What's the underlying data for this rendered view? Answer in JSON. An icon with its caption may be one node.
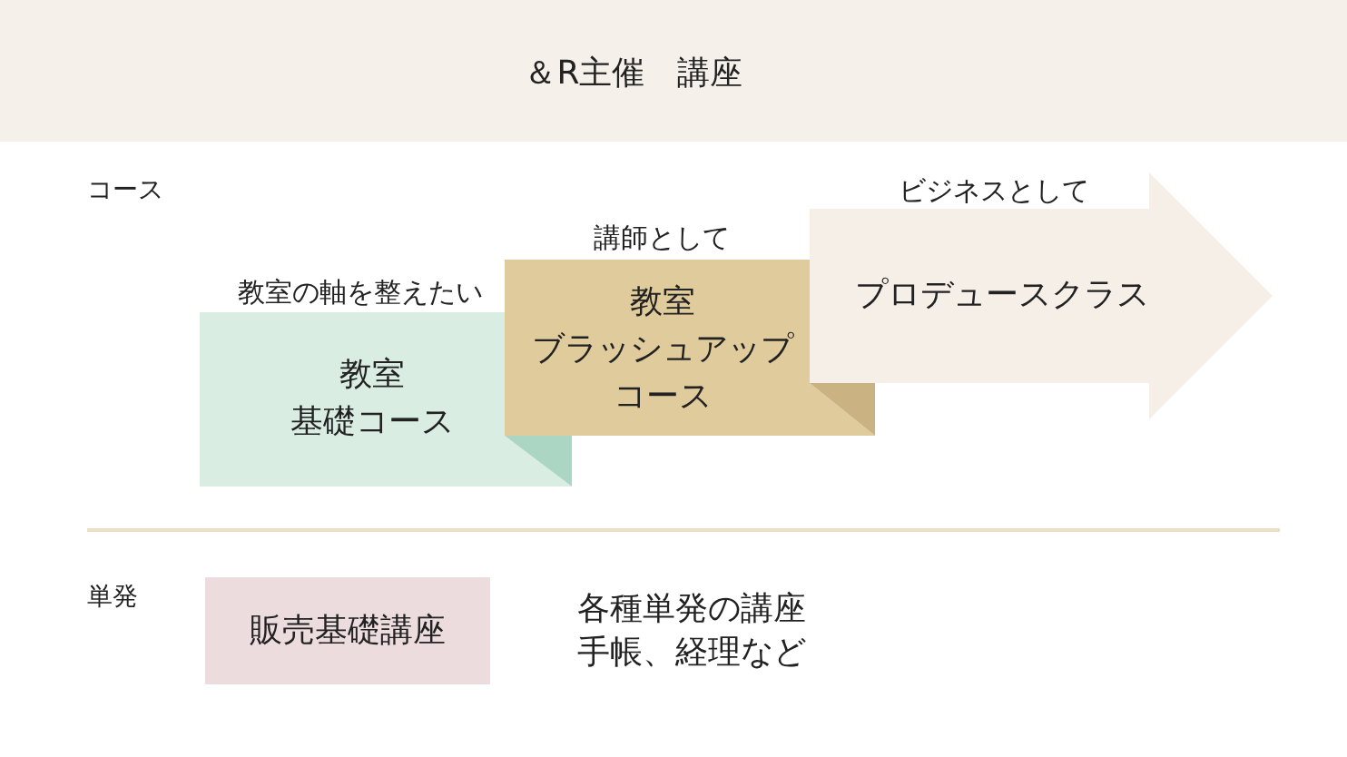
{
  "diagram": {
    "title": "＆R主催　講座",
    "nodes": [
      {
        "text": [
          "教室基礎コース"
        ],
        "beside": [
          "教室の軸を整えたい"
        ]
      },
      {
        "text": [
          "教室ブラッシュアップコース"
        ],
        "beside": [
          "講師として"
        ]
      },
      {
        "text": [
          "プロデュースクラス"
        ],
        "beside": [
          "ビジネスとして"
        ]
      },
      {
        "text": [
          "販売基礎講座"
        ]
      }
    ],
    "labels": [
      "コース",
      "単発",
      "各種単発の講座",
      "手帳、経理など"
    ]
  }
}
